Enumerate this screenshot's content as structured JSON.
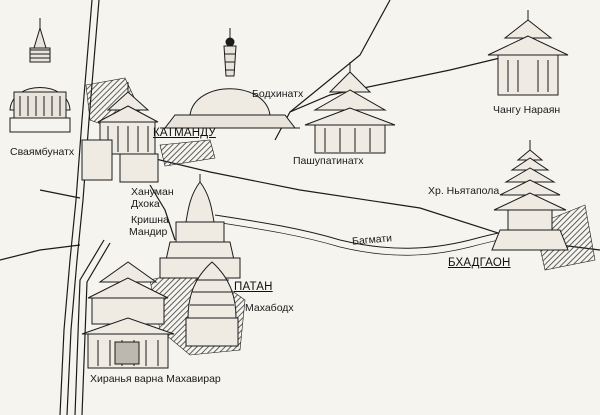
{
  "map": {
    "cities": {
      "kathmandu": "КАТМАНДУ",
      "patan": "ПАТАН",
      "bhaktapur": "БХАДГАОН"
    },
    "landmarks": {
      "swayambhunath": "Сваямбунатх",
      "bodhnath": "Бодхинатх",
      "pashupatinath": "Пашупатинатх",
      "changu_narayan": "Чангу Нараян",
      "nyatapola": "Хр. Ньятапола",
      "hanuman_dhoka_1": "Хануман",
      "hanuman_dhoka_2": "Дхока",
      "krishna_mandir_1": "Кришна",
      "krishna_mandir_2": "Мандир",
      "mahabodh": "Махабодх",
      "hiranya": "Хиранья варна Махавирар"
    },
    "river": "Багмати",
    "colors": {
      "ink": "#1b1b1b",
      "paper": "#f6f4ef",
      "hatch": "#3a3a3a"
    }
  }
}
